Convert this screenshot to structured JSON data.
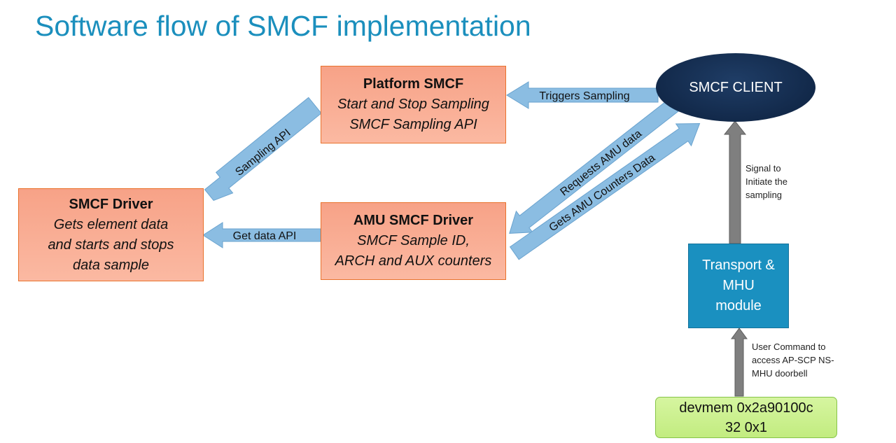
{
  "title": "Software flow of SMCF implementation",
  "platform": {
    "title": "Platform SMCF",
    "line1": "Start and Stop Sampling",
    "line2": "SMCF Sampling API"
  },
  "driver": {
    "title": "SMCF Driver",
    "line1": "Gets element data",
    "line2": "and starts and stops",
    "line3": "data sample"
  },
  "amu": {
    "title": "AMU SMCF Driver",
    "line1": "SMCF Sample ID,",
    "line2": "ARCH and AUX counters"
  },
  "client": {
    "label": "SMCF CLIENT"
  },
  "transport": {
    "line1": "Transport &",
    "line2": "MHU",
    "line3": "module"
  },
  "devmem": {
    "line1": "devmem 0x2a90100c",
    "line2": "32 0x1"
  },
  "arrows": {
    "triggers": "Triggers Sampling",
    "sampling_api": "Sampling API",
    "get_data_api": "Get data API",
    "requests_amu": "Requests AMU data",
    "gets_counters": "Gets AMU Counters Data"
  },
  "notes": {
    "signal": [
      "Signal to",
      "Initiate the",
      "sampling"
    ],
    "user_command": [
      "User Command to",
      "access AP-SCP NS-",
      "MHU doorbell"
    ]
  },
  "colors": {
    "title": "#1b8fbd",
    "orange_box": "#f7a287",
    "orange_border": "#e9722c",
    "client": "#12294a",
    "transport": "#1a90c0",
    "devmem": "#c2ec80",
    "blue_arrow": "#8bbde2",
    "grey_arrow": "#7f7f7f"
  }
}
